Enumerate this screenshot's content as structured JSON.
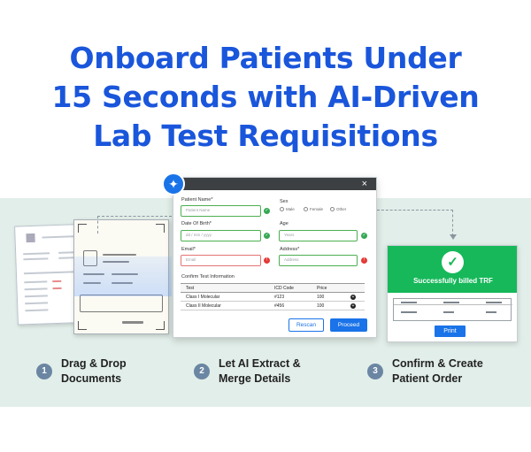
{
  "headline": {
    "line1": "Onboard Patients Under",
    "line2": "15 Seconds with AI-Driven",
    "line3": "Lab Test Requisitions"
  },
  "form": {
    "close_icon": "×",
    "labels": {
      "patient_name": "Patient Name*",
      "sex": "Sex",
      "dob": "Date Of Birth*",
      "age": "Age",
      "email": "Email*",
      "address": "Address*",
      "confirm": "Confirm Test Information"
    },
    "placeholders": {
      "patient_name": "Patient Name",
      "dob": "dd / mm / yyyy",
      "age": "Years",
      "email": "Email",
      "address": "Address"
    },
    "sex_options": [
      "Male",
      "Female",
      "Other"
    ],
    "table": {
      "headers": [
        "Test",
        "ICD Code",
        "Price"
      ],
      "rows": [
        [
          "Class I Molecular",
          "#123",
          "100"
        ],
        [
          "Class II Molecular",
          "#456",
          "100"
        ]
      ]
    },
    "rescan_label": "Rescan",
    "proceed_label": "Proceed"
  },
  "result": {
    "title": "Successfully billed TRF",
    "print_label": "Print"
  },
  "steps": [
    {
      "num": "1",
      "line1": "Drag & Drop",
      "line2": "Documents"
    },
    {
      "num": "2",
      "line1": "Let AI Extract &",
      "line2": "Merge Details"
    },
    {
      "num": "3",
      "line1": "Confirm & Create",
      "line2": "Patient Order"
    }
  ],
  "colors": {
    "brand_blue": "#1a56db",
    "success_green": "#16b85a",
    "band": "#e2eee9"
  }
}
